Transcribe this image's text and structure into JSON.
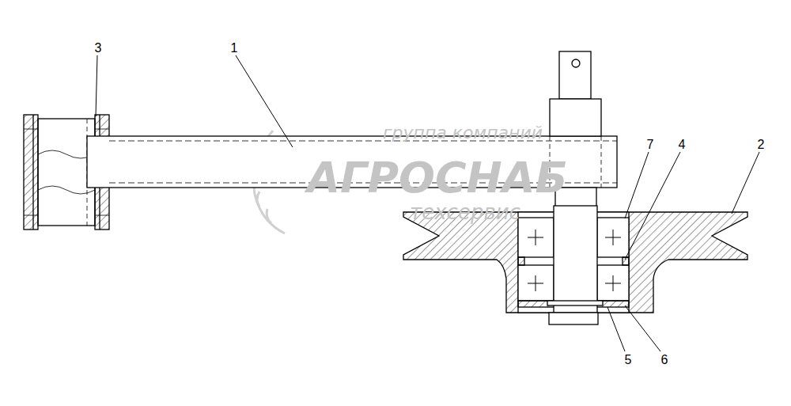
{
  "diagram": {
    "labels": [
      "3",
      "1",
      "7",
      "4",
      "2",
      "5",
      "6",
      "группа компаний",
      "АГРОСНАБ",
      "техсервис"
    ]
  }
}
